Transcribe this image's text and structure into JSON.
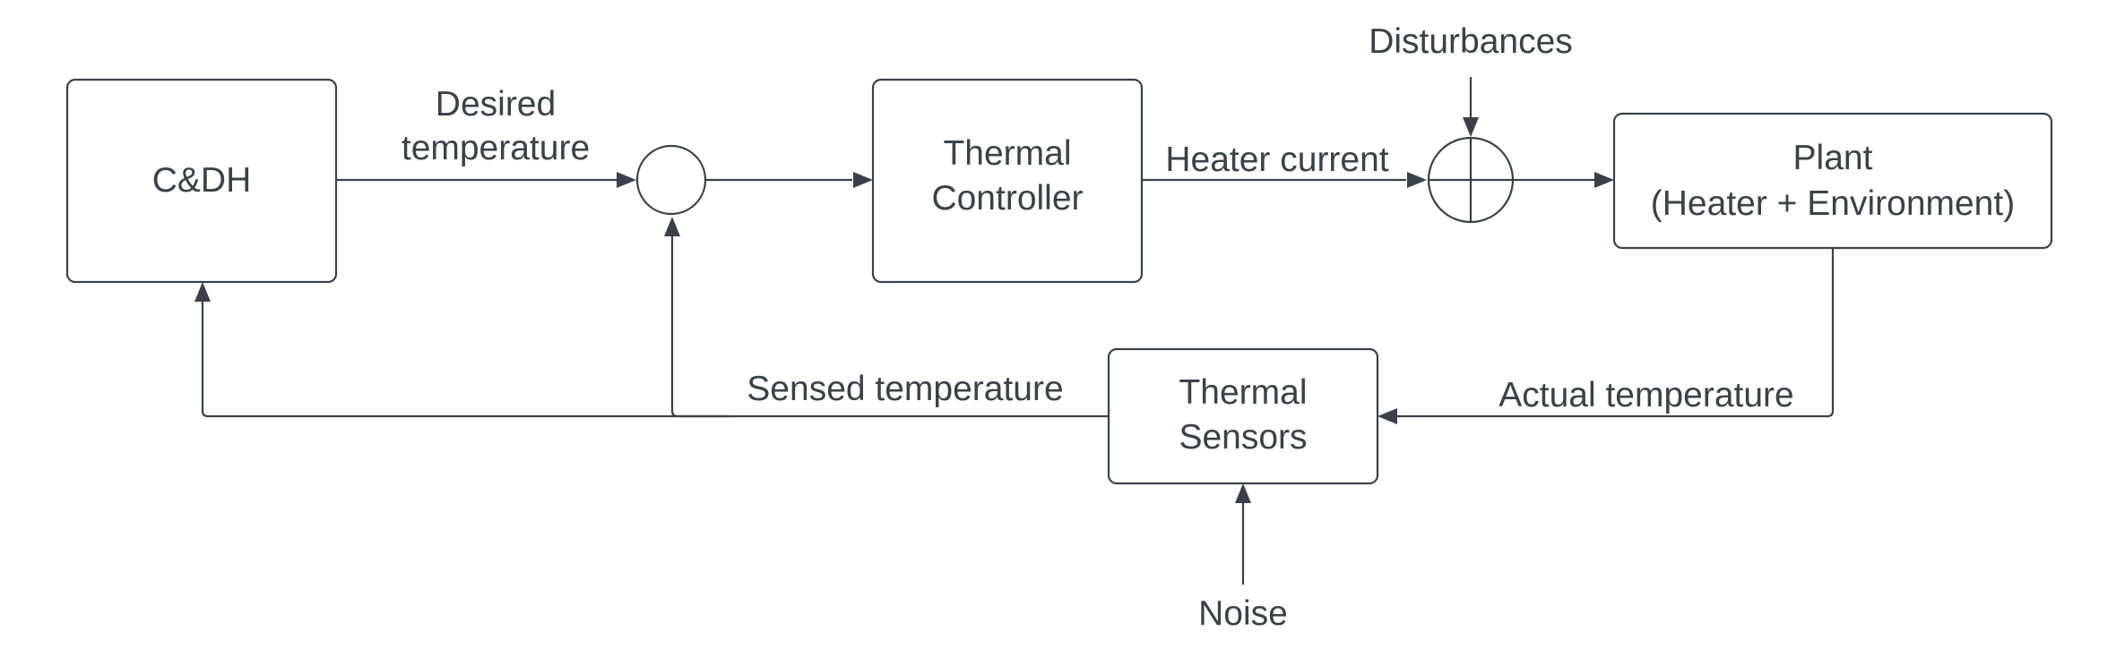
{
  "blocks": {
    "cdh": {
      "label": "C&DH"
    },
    "thermal_controller": {
      "label_line1": "Thermal",
      "label_line2": "Controller"
    },
    "plant": {
      "label_line1": "Plant",
      "label_line2": "(Heater + Environment)"
    },
    "thermal_sensors": {
      "label_line1": "Thermal",
      "label_line2": "Sensors"
    }
  },
  "signals": {
    "desired_temperature": {
      "line1": "Desired",
      "line2": "temperature"
    },
    "heater_current": "Heater current",
    "disturbances": "Disturbances",
    "actual_temperature": "Actual temperature",
    "sensed_temperature": "Sensed temperature",
    "noise": "Noise"
  },
  "colors": {
    "stroke": "#3a414a",
    "text": "#3a414a",
    "background": "#ffffff"
  }
}
